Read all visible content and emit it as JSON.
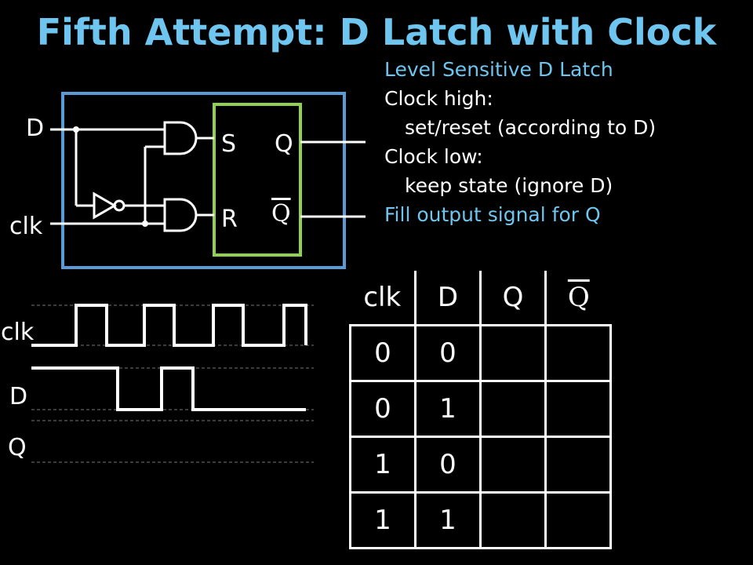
{
  "title": "Fifth Attempt: D Latch with Clock",
  "notes": {
    "line1": "Level Sensitive D Latch",
    "line2": "Clock high:",
    "line3": "set/reset (according to D)",
    "line4": "Clock low:",
    "line5": "keep state (ignore D)",
    "line6": "Fill output signal for Q"
  },
  "circuit": {
    "input_d": "D",
    "input_clk": "clk",
    "latch_s": "S",
    "latch_r": "R",
    "latch_q": "Q",
    "latch_qbar": "Q"
  },
  "waveforms": {
    "clk_label": "clk",
    "d_label": "D",
    "q_label": "Q"
  },
  "truth_table": {
    "headers": [
      "clk",
      "D",
      "Q",
      "Q"
    ],
    "rows": [
      [
        "0",
        "0",
        "",
        ""
      ],
      [
        "0",
        "1",
        "",
        ""
      ],
      [
        "1",
        "0",
        "",
        ""
      ],
      [
        "1",
        "1",
        "",
        ""
      ]
    ]
  },
  "colors": {
    "accent": "#6ec6f0",
    "latch_box": "#92d050",
    "outer_box": "#5b9bd5"
  }
}
